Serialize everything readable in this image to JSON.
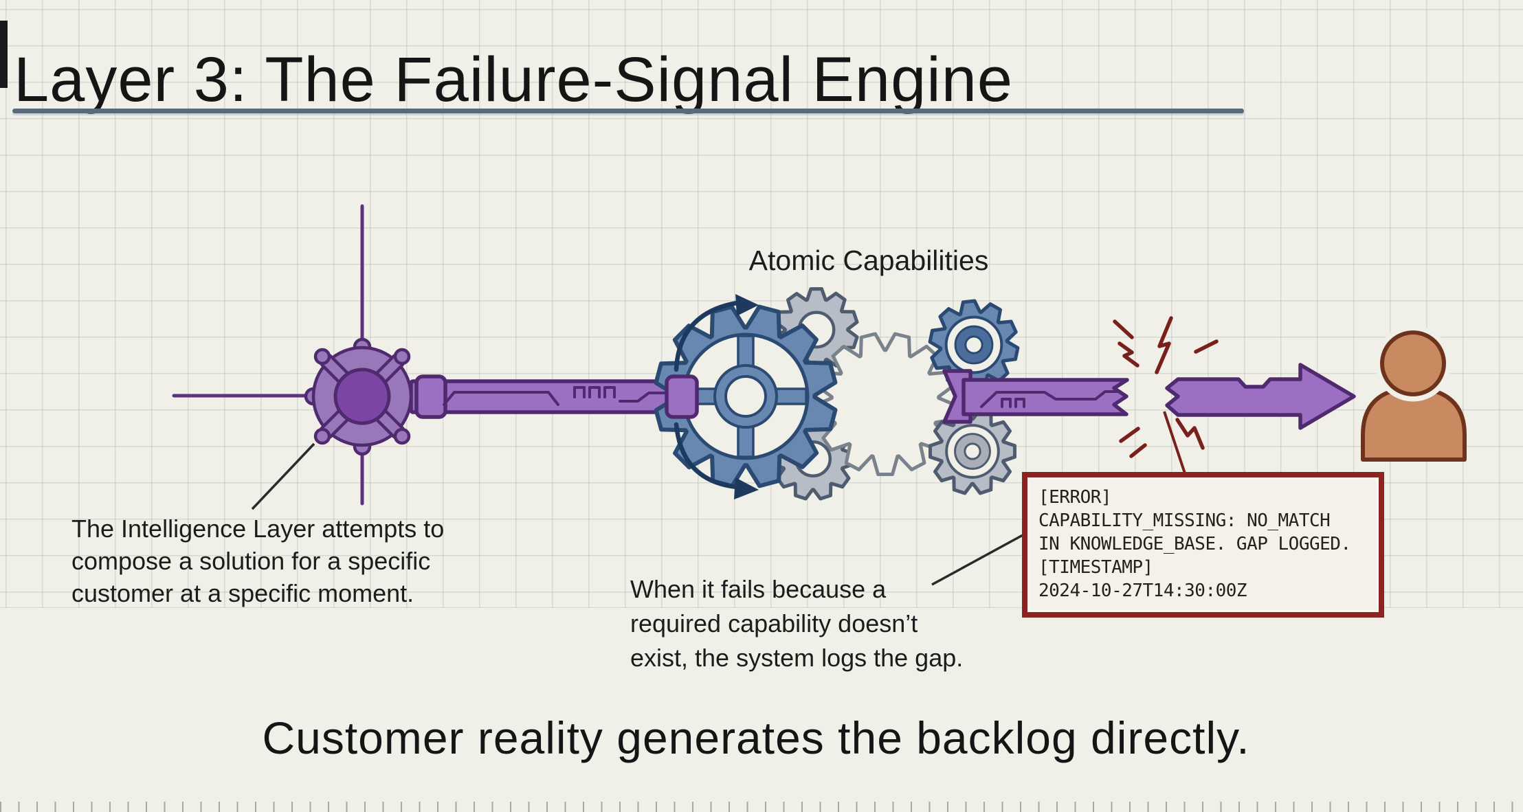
{
  "title": "Layer 3: The Failure-Signal Engine",
  "caption": "Customer reality generates the backlog directly.",
  "diagram": {
    "capabilities_label": "Atomic Capabilities",
    "annotation_intelligence": {
      "lines": [
        "The Intelligence Layer attempts to",
        "compose a solution for a specific",
        "customer at a specific moment."
      ]
    },
    "annotation_failure": {
      "lines": [
        "When it fails because a",
        "required capability doesn’t",
        "exist, the system logs the gap."
      ]
    },
    "error_log": {
      "lines": [
        "[ERROR]",
        "CAPABILITY_MISSING: NO_MATCH",
        "IN KNOWLEDGE_BASE. GAP LOGGED.",
        "[TIMESTAMP]",
        "2024-10-27T14:30:00Z"
      ]
    }
  },
  "colors": {
    "background": "#f0efe8",
    "title_text": "#151515",
    "body_text": "#1c1c1c",
    "rule_slate": "#5a6a7b",
    "thin_line_purple": "#5c3180",
    "hub_purple": "#9878b8",
    "hub_core_purple": "#7c44a4",
    "pipe_purple": "#9b6fc2",
    "purple_outline": "#4f2a6e",
    "gear_blue": "#6888b2",
    "gear_blue_outline": "#2b4a72",
    "gear_gray": "#b7bdc6",
    "gear_gray_outline": "#4f5c70",
    "ghost_outline": "#7a828b",
    "rotation_navy": "#1d3a5e",
    "spark_red": "#7a201a",
    "error_border": "#8b2420",
    "error_box_fill": "#f3f1e9",
    "error_text": "#26201d",
    "person_fill": "#c98a62",
    "person_outline": "#6d331c",
    "annotation_line": "#2a2a2a"
  }
}
